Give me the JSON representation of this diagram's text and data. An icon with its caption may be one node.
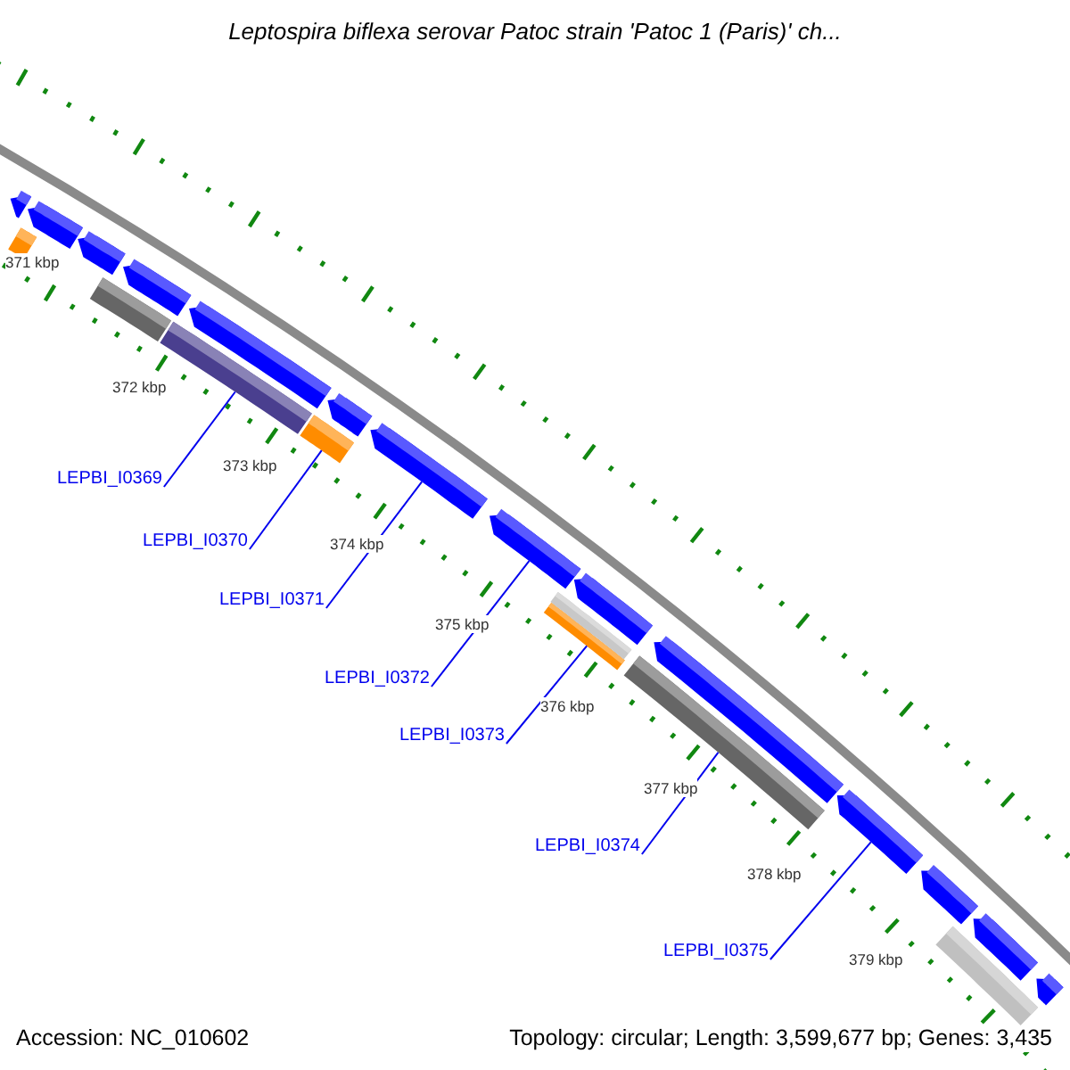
{
  "diagram": {
    "title": "Leptospira biflexa serovar Patoc strain 'Patoc 1 (Paris)' ch...",
    "nodes": [
      {
        "text": [
          "LEPBI_I0369"
        ]
      },
      {
        "text": [
          "LEPBI_I0370"
        ]
      },
      {
        "text": [
          "LEPBI_I0371"
        ]
      },
      {
        "text": [
          "LEPBI_I0372"
        ]
      },
      {
        "text": [
          "LEPBI_I0373"
        ]
      },
      {
        "text": [
          "LEPBI_I0374"
        ]
      },
      {
        "text": [
          "LEPBI_I0375"
        ]
      },
      {
        "text": [],
        "shape": "bar"
      },
      {
        "text": [],
        "shape": "arrow"
      },
      {
        "text": [],
        "shape": "arrow"
      },
      {
        "text": [],
        "shape": "arrow"
      },
      {
        "text": [],
        "shape": "bar"
      },
      {
        "text": [],
        "shape": "arrow"
      },
      {
        "text": [],
        "shape": "bar"
      },
      {
        "text": [],
        "shape": "arrow"
      },
      {
        "text": [],
        "shape": "bar"
      },
      {
        "text": [],
        "shape": "arrow"
      },
      {
        "text": [],
        "shape": "arrow"
      },
      {
        "text": [],
        "shape": "arrow"
      },
      {
        "text": [],
        "shape": "bar"
      },
      {
        "text": [],
        "shape": "bar"
      },
      {
        "text": [],
        "shape": "arrow"
      },
      {
        "text": [],
        "shape": "bar"
      },
      {
        "text": [],
        "shape": "arrow"
      },
      {
        "text": [],
        "shape": "arrow"
      },
      {
        "text": [],
        "shape": "arrow"
      },
      {
        "text": [],
        "shape": "bar"
      },
      {
        "text": [],
        "shape": "arrow"
      },
      {
        "text": [],
        "shape": "arrow"
      }
    ],
    "edges": [
      {
        "from": 0,
        "to": 13,
        "arrow": "none"
      },
      {
        "from": 1,
        "to": 15,
        "arrow": "none"
      },
      {
        "from": 2,
        "to": 17,
        "arrow": "none"
      },
      {
        "from": 3,
        "to": 18,
        "arrow": "none"
      },
      {
        "from": 4,
        "to": 19,
        "arrow": "none"
      },
      {
        "from": 5,
        "to": 22,
        "arrow": "none"
      },
      {
        "from": 6,
        "to": 24,
        "arrow": "none"
      }
    ],
    "labels": [
      "371 kbp",
      "372 kbp",
      "373 kbp",
      "374 kbp",
      "375 kbp",
      "376 kbp",
      "377 kbp",
      "378 kbp",
      "379 kbp",
      "Accession: NC_010602",
      "Topology: circular; Length: 3,599,677 bp; Genes: 3,435"
    ]
  }
}
